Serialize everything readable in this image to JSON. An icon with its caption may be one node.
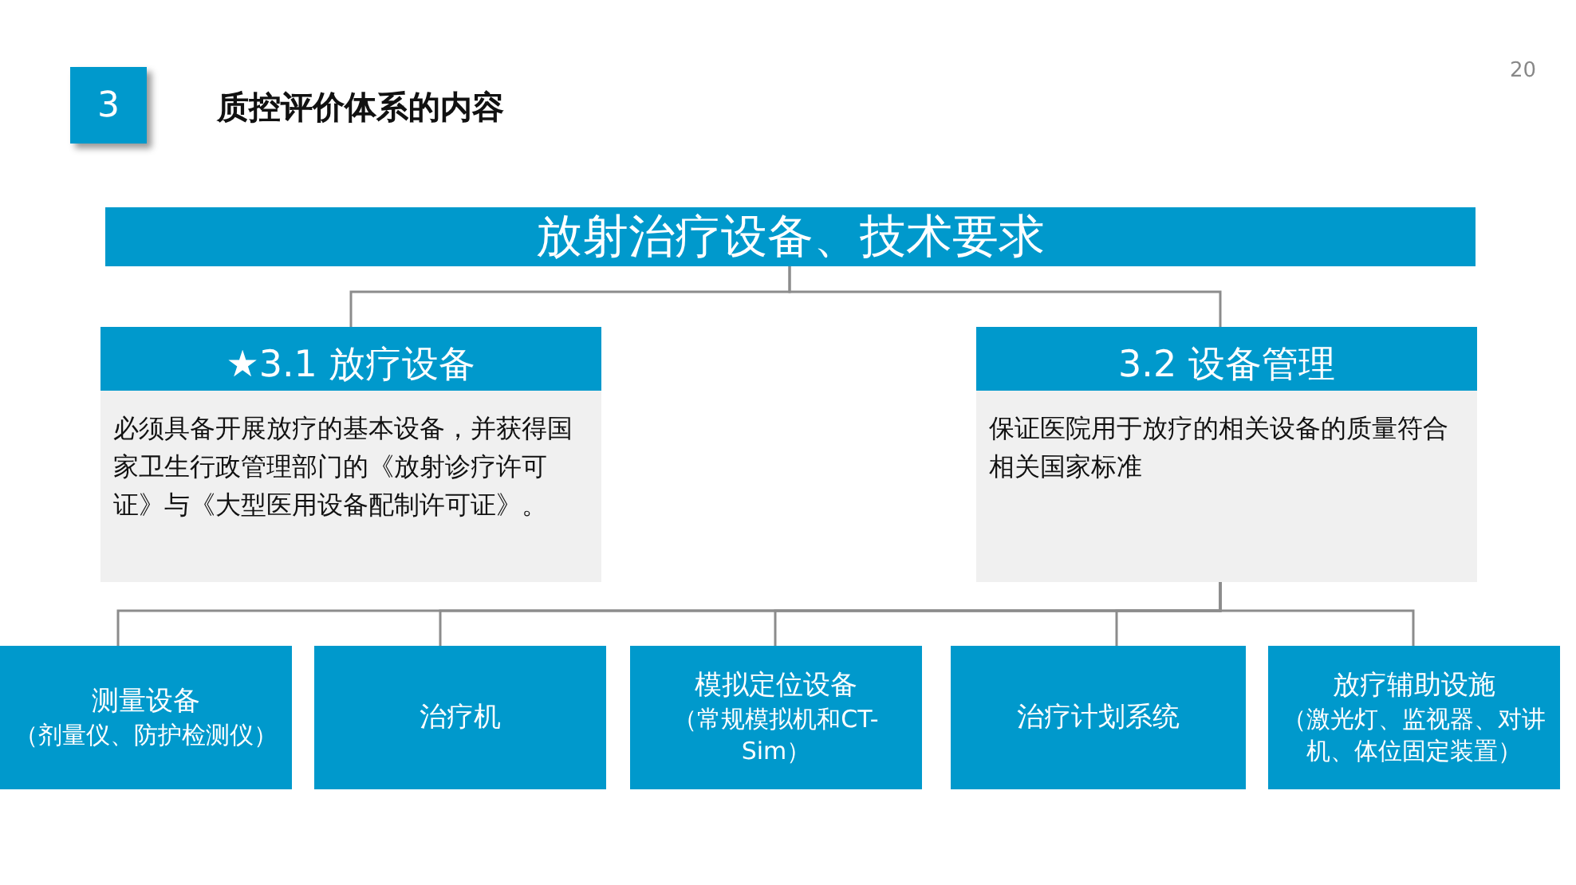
{
  "diagram": {
    "title": "质控评价体系的内容",
    "nodes": [
      {
        "text": [
          "3"
        ]
      },
      {
        "text": [
          "放射治疗设备、技术要求"
        ]
      },
      {
        "text": [
          "★3.1 放疗设备",
          "必须具备开展放疗的基本设备，并获得国家卫生行政管理部门的《放射诊疗许可证》与《大型医用设备配制许可证》。"
        ]
      },
      {
        "text": [
          "3.2 设备管理",
          "保证医院用于放疗的相关设备的质量符合相关国家标准"
        ]
      },
      {
        "text": [
          "测量设备",
          "（剂量仪、防护检测仪）"
        ]
      },
      {
        "text": [
          "治疗机"
        ]
      },
      {
        "text": [
          "模拟定位设备",
          "（常规模拟机和CT-Sim）"
        ]
      },
      {
        "text": [
          "治疗计划系统"
        ]
      },
      {
        "text": [
          "放疗辅助设施",
          "（激光灯、监视器、对讲机、体位固定装置）"
        ]
      }
    ],
    "edges": [
      {
        "from": 1,
        "to": 2,
        "arrow": "none"
      },
      {
        "from": 1,
        "to": 3,
        "arrow": "none"
      },
      {
        "from": 3,
        "to": 4,
        "arrow": "none"
      },
      {
        "from": 3,
        "to": 5,
        "arrow": "none"
      },
      {
        "from": 3,
        "to": 6,
        "arrow": "none"
      },
      {
        "from": 3,
        "to": 7,
        "arrow": "none"
      },
      {
        "from": 3,
        "to": 8,
        "arrow": "none"
      }
    ],
    "labels": [
      "20"
    ]
  }
}
